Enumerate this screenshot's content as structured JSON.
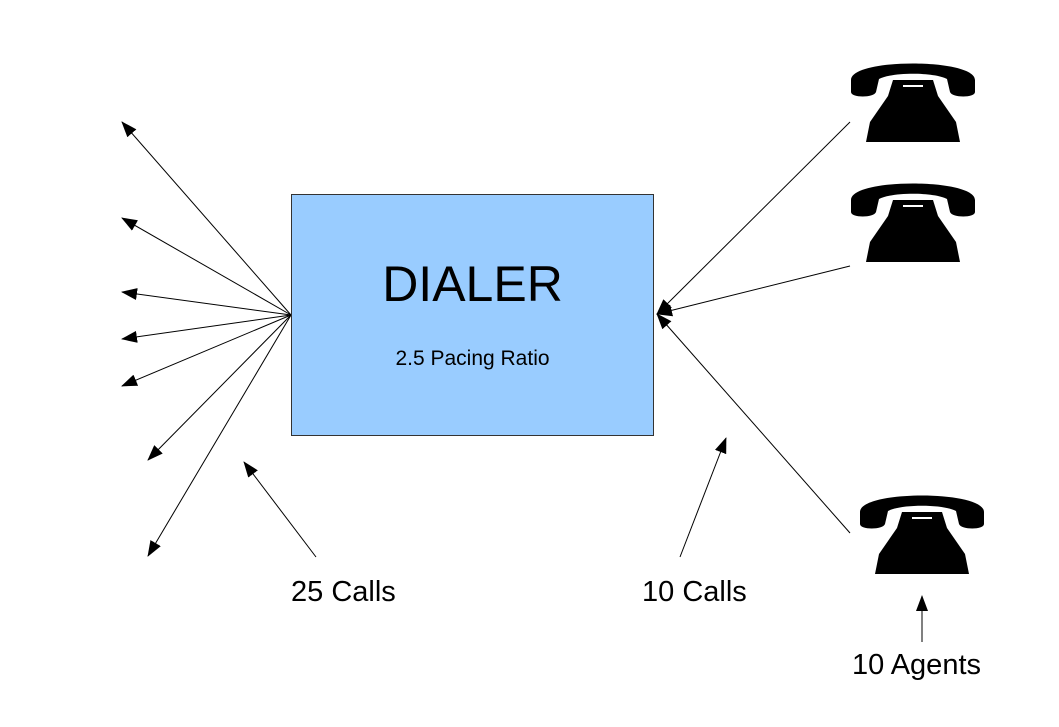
{
  "dialer": {
    "title": "DIALER",
    "subtitle": "2.5 Pacing Ratio",
    "fill_color": "#99ccff"
  },
  "labels": {
    "outbound_calls": "25 Calls",
    "agent_calls": "10 Calls",
    "agents": "10 Agents"
  },
  "icons": {
    "agent_phone": "telephone-icon"
  },
  "phone_count": 3,
  "outbound_arrow_count": 7,
  "colors": {
    "line": "#000000",
    "phone": "#000000",
    "box_border": "#333333"
  }
}
